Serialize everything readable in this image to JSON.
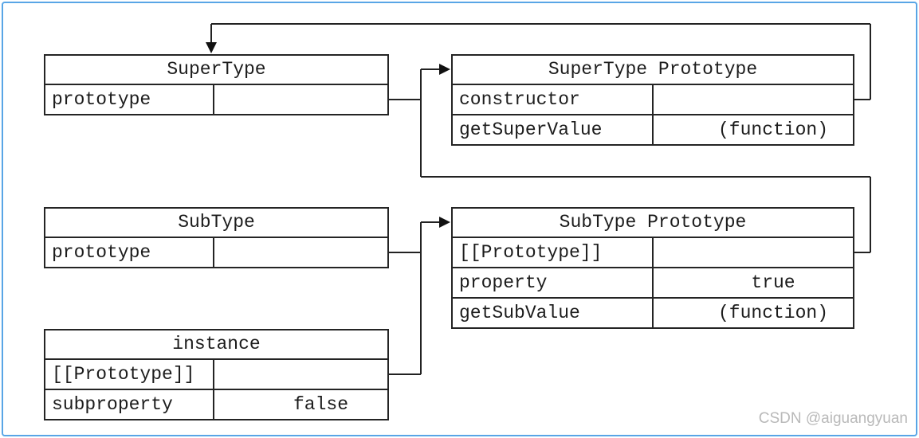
{
  "frame": {
    "border_color": "#58a5e6",
    "background": "#ffffff"
  },
  "watermark": {
    "text": "CSDN @aiguangyuan",
    "color": "#b9b9b9"
  },
  "diagram": {
    "line_color": "#222222",
    "boxes": [
      {
        "id": "supertype",
        "title": "SuperType",
        "rows": [
          {
            "label": "prototype",
            "value": "",
            "pointer": true
          }
        ]
      },
      {
        "id": "supertype-prototype",
        "title": "SuperType Prototype",
        "rows": [
          {
            "label": "constructor",
            "value": "",
            "pointer": true
          },
          {
            "label": "getSuperValue",
            "value": "(function)",
            "pointer": false
          }
        ]
      },
      {
        "id": "subtype",
        "title": "SubType",
        "rows": [
          {
            "label": "prototype",
            "value": "",
            "pointer": true
          }
        ]
      },
      {
        "id": "subtype-prototype",
        "title": "SubType Prototype",
        "rows": [
          {
            "label": "[[Prototype]]",
            "value": "",
            "pointer": true
          },
          {
            "label": "property",
            "value": "true",
            "pointer": false
          },
          {
            "label": "getSubValue",
            "value": "(function)",
            "pointer": false
          }
        ]
      },
      {
        "id": "instance",
        "title": "instance",
        "rows": [
          {
            "label": "[[Prototype]]",
            "value": "",
            "pointer": true
          },
          {
            "label": "subproperty",
            "value": "false",
            "pointer": false
          }
        ]
      }
    ],
    "connections": [
      {
        "from": "SuperType.prototype",
        "to": "SuperType Prototype"
      },
      {
        "from": "SuperType Prototype.constructor",
        "to": "SuperType"
      },
      {
        "from": "SubType.prototype",
        "to": "SubType Prototype"
      },
      {
        "from": "SubType Prototype.[[Prototype]]",
        "to": "SuperType Prototype"
      },
      {
        "from": "instance.[[Prototype]]",
        "to": "SubType Prototype"
      }
    ]
  }
}
